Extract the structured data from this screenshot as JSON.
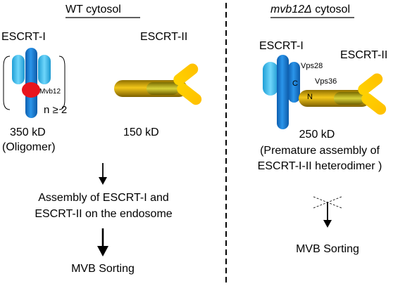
{
  "left": {
    "header": "WT cytosol",
    "escrt1_label": "ESCRT-I",
    "escrt2_label": "ESCRT-II",
    "mvb12_label": "Mvb12",
    "n_label": "n ≥ 2",
    "mass_escrt1": "350 kD",
    "mass_escrt1_note": "(Oligomer)",
    "mass_escrt2": "150 kD",
    "step1_line1": "Assembly of ESCRT-I and",
    "step1_line2": "ESCRT-II on the endosome",
    "step2": "MVB Sorting"
  },
  "right": {
    "header_prefix": "mvb12",
    "header_delta": "Δ",
    "header_suffix": " cytosol",
    "escrt1_label": "ESCRT-I",
    "escrt2_label": "ESCRT-II",
    "vps28_label": "Vps28",
    "vps36_label": "Vps36",
    "c_label": "C",
    "n_label": "N",
    "mass": "250 kD",
    "note_line1": "(Premature assembly of",
    "note_line2": "ESCRT-I-II heterodimer )",
    "step": "MVB Sorting"
  },
  "colors": {
    "escrt1_light": "#4cc3ee",
    "escrt1_dark": "#1c7fd4",
    "escrt2_gold": "#d9a900",
    "escrt2_yellow": "#ffd400",
    "mvb12_red": "#e8141e"
  }
}
